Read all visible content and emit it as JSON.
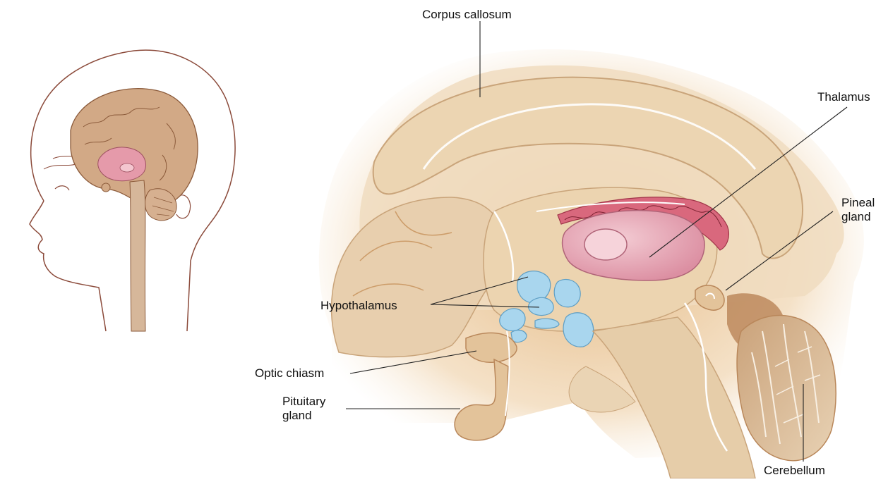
{
  "labels": {
    "corpus_callosum": "Corpus callosum",
    "thalamus": "Thalamus",
    "pineal_line1": "Pineal",
    "pineal_line2": "gland",
    "hypothalamus": "Hypothalamus",
    "optic_chiasm": "Optic chiasm",
    "pituitary_line1": "Pituitary",
    "pituitary_line2": "gland",
    "cerebellum": "Cerebellum"
  },
  "colors": {
    "tissue": "#e9d0a8",
    "tissue_dark": "#c89a66",
    "tissue_shadow": "#b07a44",
    "thalamus": "#e6a9b6",
    "hypothalamus": "#a9d6ee",
    "choroid": "#c94a5e",
    "outline": "#8a5a3a",
    "leader": "#222222"
  },
  "icons": [
    "child-head-inset",
    "brain-sagittal-section"
  ]
}
